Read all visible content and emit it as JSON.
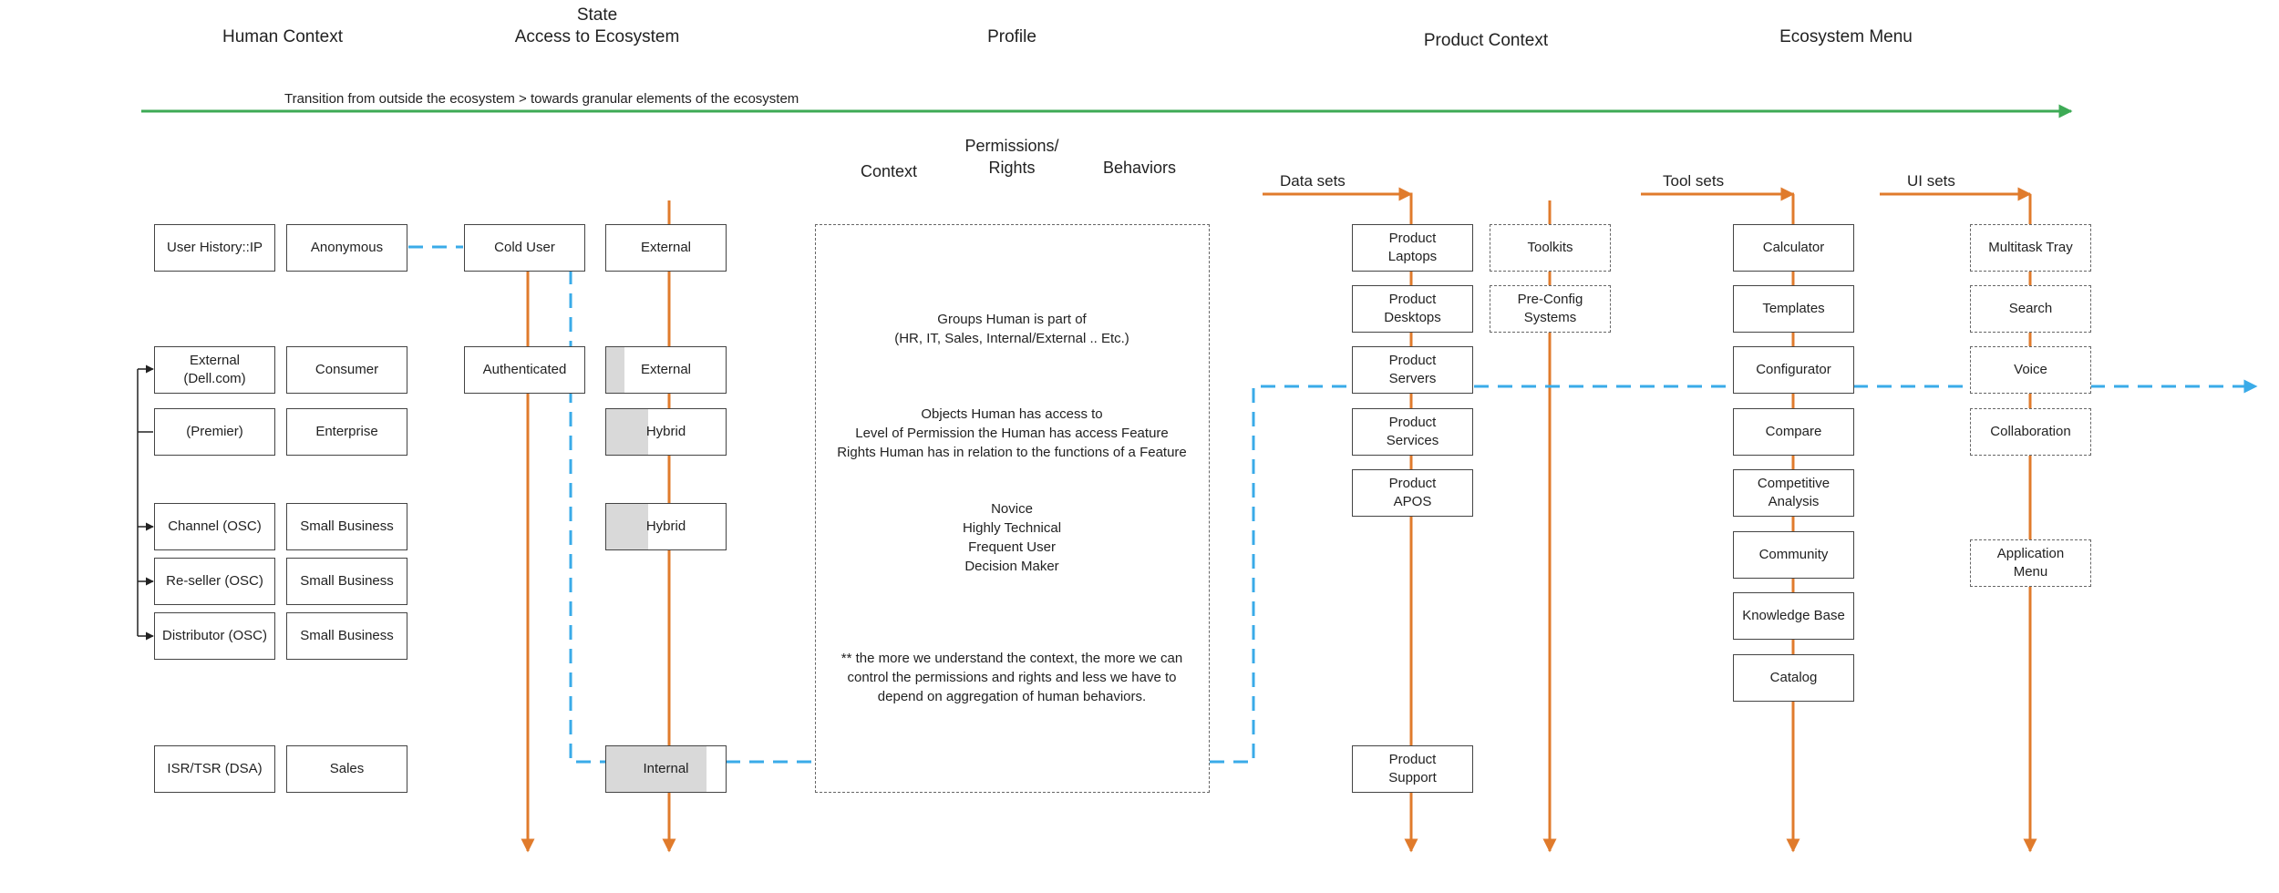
{
  "colors": {
    "orange": "#E07B2C",
    "green": "#3DAA55",
    "blue": "#3AABE8",
    "border": "#444444",
    "shade": "#D9D9D9"
  },
  "headers": {
    "human_context": "Human Context",
    "state": "State\nAccess to Ecosystem",
    "profile": "Profile",
    "product_context": "Product Context",
    "ecosystem_menu": "Ecosystem Menu"
  },
  "transition_label": "Transition from outside the ecosystem > towards granular elements of the ecosystem",
  "profile_subheaders": {
    "context": "Context",
    "permissions": "Permissions/\nRights",
    "behaviors": "Behaviors"
  },
  "human_context": [
    "User History::IP",
    "External\n(Dell.com)",
    "(Premier)",
    "Channel (OSC)",
    "Re-seller (OSC)",
    "Distributor (OSC)",
    "ISR/TSR (DSA)"
  ],
  "segments": [
    "Anonymous",
    "Consumer",
    "Enterprise",
    "Small  Business",
    "Small  Business",
    "Small  Business",
    "Sales"
  ],
  "state_users": [
    "Cold User",
    "Authenticated"
  ],
  "access": [
    "External",
    "External",
    "Hybrid",
    "Hybrid",
    "Internal"
  ],
  "profile_text": {
    "groups": "Groups Human is part of\n(HR, IT, Sales, Internal/External .. Etc.)",
    "objects": "Objects Human has access to\nLevel of Permission the Human has access Feature\nRights Human has in relation to the functions of a Feature",
    "behaviors": "Novice\nHighly Technical\nFrequent User\nDecision Maker",
    "note": "** the more we understand the context, the more we can\ncontrol the permissions and rights and less we have to\ndepend on aggregation of human behaviors."
  },
  "set_labels": {
    "data_sets": "Data sets",
    "tool_sets": "Tool sets",
    "ui_sets": "UI sets"
  },
  "data_sets": [
    "Product\nLaptops",
    "Product\nDesktops",
    "Product\nServers",
    "Product\nServices",
    "Product\nAPOS",
    "Product\nSupport"
  ],
  "toolkits": [
    "Toolkits",
    "Pre-Config\nSystems"
  ],
  "tool_sets": [
    "Calculator",
    "Templates",
    "Configurator",
    "Compare",
    "Competitive\nAnalysis",
    "Community",
    "Knowledge Base",
    "Catalog"
  ],
  "ui_sets": [
    "Multitask Tray",
    "Search",
    "Voice",
    "Collaboration",
    "Application\nMenu"
  ]
}
